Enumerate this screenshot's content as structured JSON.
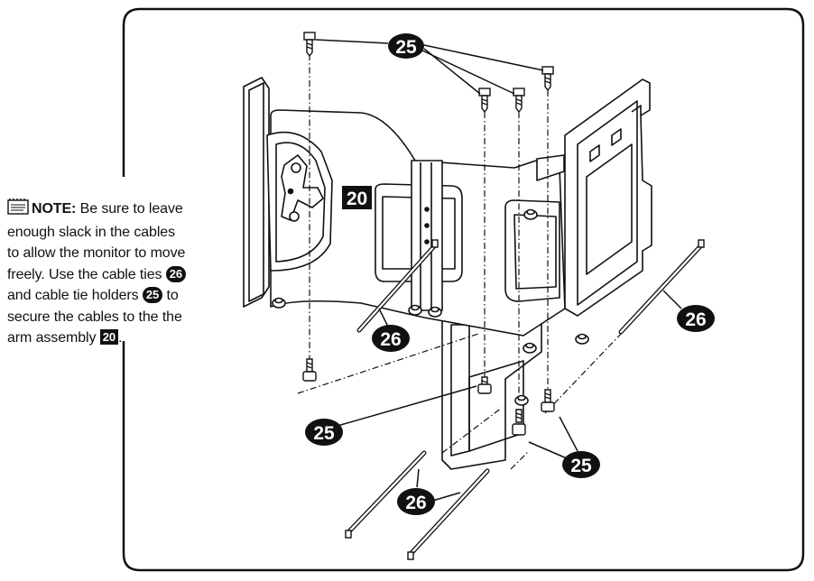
{
  "note": {
    "heading": "NOTE:",
    "line1_rest": " Be sure to leave",
    "line2": "enough slack in the cables",
    "line3": "to allow the monitor to move",
    "line4_start": "freely.  Use the cable ties ",
    "line4_ref": "26",
    "line5_start": "and cable tie holders ",
    "line5_ref": "25",
    "line5_end": " to",
    "line6": "secure the cables to the the",
    "line7_start": "arm assembly ",
    "line7_ref": "20",
    "line7_end": "."
  },
  "callouts": {
    "part20": "20",
    "holder_top": "25",
    "holder_left": "25",
    "holder_right": "25",
    "tie_left": "26",
    "tie_right": "26",
    "tie_bottom": "26"
  }
}
